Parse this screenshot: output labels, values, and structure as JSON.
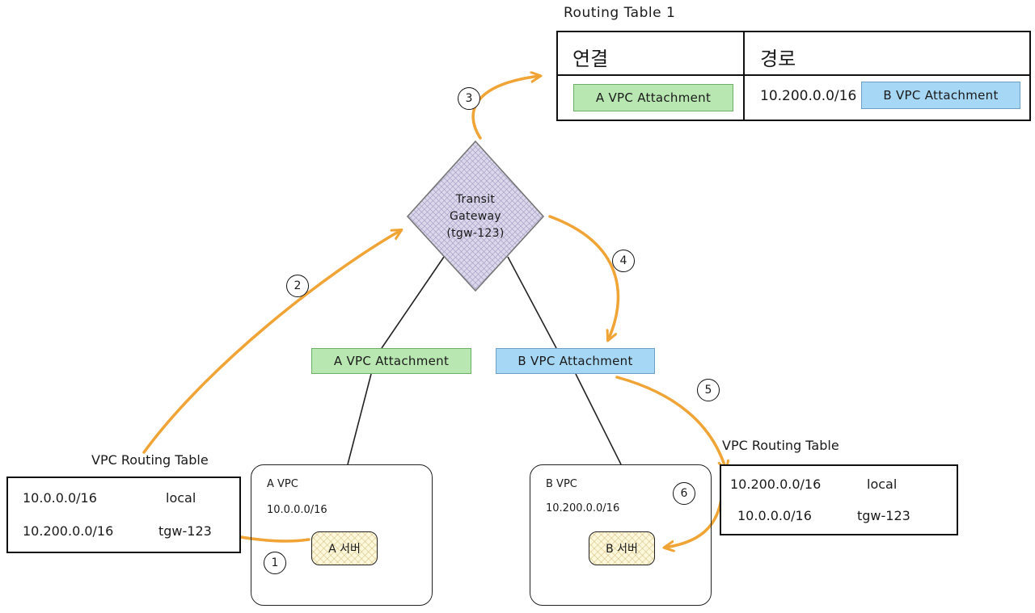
{
  "routing_table_1": {
    "title": "Routing Table 1",
    "headers": {
      "connection": "연결",
      "route": "경로"
    },
    "connection_cell": {
      "attachment": "A VPC Attachment"
    },
    "route_cell": {
      "cidr": "10.200.0.0/16",
      "attachment": "B VPC Attachment"
    }
  },
  "transit_gateway": {
    "lines": [
      "Transit",
      "Gateway",
      "(tgw-123)"
    ]
  },
  "attachment_a": {
    "label": "A VPC Attachment"
  },
  "attachment_b": {
    "label": "B VPC Attachment"
  },
  "vpc_a": {
    "name": "A VPC",
    "cidr": "10.0.0.0/16",
    "server_label": "A 서버"
  },
  "vpc_b": {
    "name": "B VPC",
    "cidr": "10.200.0.0/16",
    "server_label": "B 서버"
  },
  "vpc_a_route_table": {
    "title": "VPC Routing Table",
    "rows": [
      {
        "destination": "10.0.0.0/16",
        "target": "local"
      },
      {
        "destination": "10.200.0.0/16",
        "target": "tgw-123"
      }
    ]
  },
  "vpc_b_route_table": {
    "title": "VPC Routing Table",
    "rows": [
      {
        "destination": "10.200.0.0/16",
        "target": "local"
      },
      {
        "destination": "10.0.0.0/16",
        "target": "tgw-123"
      }
    ]
  },
  "steps": [
    "1",
    "2",
    "3",
    "4",
    "5",
    "6"
  ],
  "colors": {
    "arrow": "#f0a435",
    "attachment_a_fill": "#b9e7b2",
    "attachment_b_fill": "#a6d7f5",
    "gateway_fill": "#dcd8ec",
    "server_fill": "#fdf7dc"
  }
}
